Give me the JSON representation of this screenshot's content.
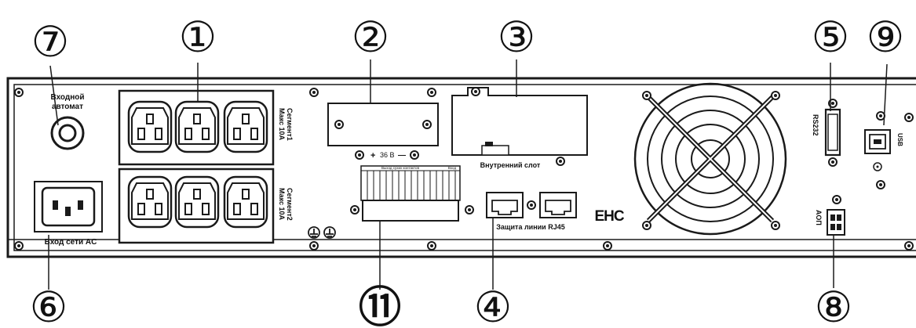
{
  "callouts": {
    "c1": "①",
    "c2": "②",
    "c3": "③",
    "c4": "④",
    "c5": "⑤",
    "c6": "⑥",
    "c7": "⑦",
    "c8": "⑧",
    "c9": "⑨",
    "c11": "⑪"
  },
  "labels": {
    "breaker_line1": "Входной",
    "breaker_line2": "автомат",
    "ac_input": "Вход сети AC",
    "seg1_line1": "Макс 10А",
    "seg1_line2": "Сегмент1",
    "seg2_line1": "Макс 10А",
    "seg2_line2": "Сегмент2",
    "battery_plus": "+",
    "battery_voltage": "36 В",
    "battery_minus": "—",
    "internal_slot": "Внутренний слот",
    "rj45": "Защита линии RJ45",
    "eac": "ЕНС",
    "rs232": "RS232",
    "usb": "USB",
    "epo": "АОП",
    "terminal_header_a": "Выход сухих контактов",
    "terminal_header_b": "Вход"
  },
  "colors": {
    "stroke": "#1a1a1a",
    "outlet_fill": "#f4f4f4",
    "panel_fill": "#ffffff"
  }
}
